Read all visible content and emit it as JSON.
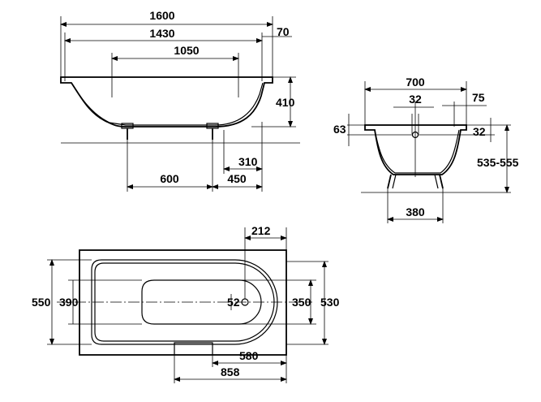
{
  "side_view": {
    "dims": {
      "length_overall": "1600",
      "length_inner": "1430",
      "rim_width": "70",
      "bottom_length": "1050",
      "height": "410",
      "feet_from_end": "310",
      "feet_spacing": "600",
      "feet_end_distance": "450"
    }
  },
  "end_view": {
    "dims": {
      "width": "700",
      "drain_spacing": "32",
      "rim_width": "75",
      "drain_height": "63",
      "drain_offset": "32",
      "height_range": "535-555",
      "feet_width": "380"
    }
  },
  "top_view": {
    "dims": {
      "drain_from_end": "212",
      "outer_width": "550",
      "bottom_width": "390",
      "drain_diameter": "52",
      "inner_width": "350",
      "width_right": "530",
      "drain_to_end": "580",
      "drain_length": "858"
    }
  }
}
